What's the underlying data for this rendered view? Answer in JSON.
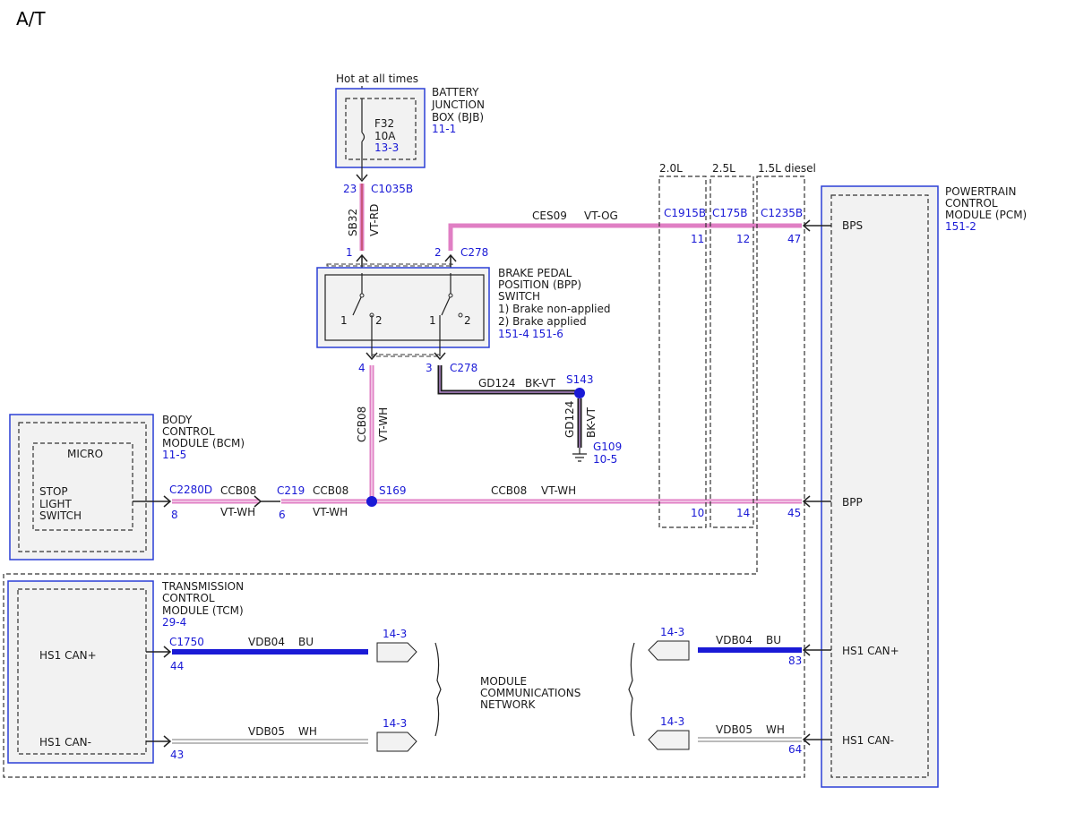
{
  "title": "A/T",
  "colors": {
    "pink": "#e07fc4",
    "blue": "#1a1ad6",
    "black": "#1a1a1a",
    "label_blue": "#1a1ad6"
  },
  "bjb": {
    "hot": "Hot at all times",
    "name1": "BATTERY",
    "name2": "JUNCTION",
    "name3": "BOX (BJB)",
    "ref": "11-1",
    "fuse": "F32",
    "amps": "10A",
    "fuse_ref": "13-3",
    "pin": "23",
    "conn": "C1035B",
    "circuit": "SB32",
    "color": "VT-RD"
  },
  "bpp": {
    "name1": "BRAKE PEDAL",
    "name2": "POSITION (BPP)",
    "name3": "SWITCH",
    "state1": "1) Brake non-applied",
    "state2": "2) Brake applied",
    "ref1": "151-4",
    "ref2": "151-6",
    "pin1": "1",
    "pin2": "2",
    "pin3": "3",
    "pin4": "4",
    "conn_top": "C278",
    "conn_bottom": "C278",
    "sw1a": "1",
    "sw1b": "2",
    "sw2a": "1",
    "sw2b": "2"
  },
  "ces": {
    "circuit": "CES09",
    "color": "VT-OG"
  },
  "variants": {
    "v1": "2.0L",
    "v2": "2.5L",
    "v3": "1.5L diesel",
    "c1": "C1915B",
    "c2": "C175B",
    "c3": "C1235B",
    "top_pins": [
      "11",
      "12",
      "47"
    ],
    "bottom_pins": [
      "10",
      "14",
      "45"
    ]
  },
  "pcm": {
    "name1": "POWERTRAIN",
    "name2": "CONTROL",
    "name3": "MODULE (PCM)",
    "ref": "151-2",
    "bps": "BPS",
    "bpp": "BPP",
    "can_plus": "HS1 CAN+",
    "can_minus": "HS1 CAN-",
    "pin_plus": "83",
    "pin_minus": "64"
  },
  "gd": {
    "circuit": "GD124",
    "color": "BK-VT",
    "splice": "S143",
    "ground": "G109",
    "ground_ref": "10-5"
  },
  "ccb": {
    "circuit": "CCB08",
    "color": "VT-WH",
    "splice": "S169"
  },
  "bcm": {
    "name1": "BODY",
    "name2": "CONTROL",
    "name3": "MODULE (BCM)",
    "ref": "11-5",
    "micro": "MICRO",
    "sw1": "STOP",
    "sw2": "LIGHT",
    "sw3": "SWITCH",
    "conn": "C2280D",
    "pin": "8",
    "c219": "C219",
    "c219_pin": "6"
  },
  "tcm": {
    "name1": "TRANSMISSION",
    "name2": "CONTROL",
    "name3": "MODULE (TCM)",
    "ref": "29-4",
    "can_plus": "HS1 CAN+",
    "can_minus": "HS1 CAN-",
    "conn": "C1750",
    "pin_plus": "44",
    "pin_minus": "43"
  },
  "net": {
    "line1": "MODULE",
    "line2": "COMMUNICATIONS",
    "line3": "NETWORK",
    "ref": "14-3",
    "bu_circuit": "VDB04",
    "bu_color": "BU",
    "wh_circuit": "VDB05",
    "wh_color": "WH"
  }
}
